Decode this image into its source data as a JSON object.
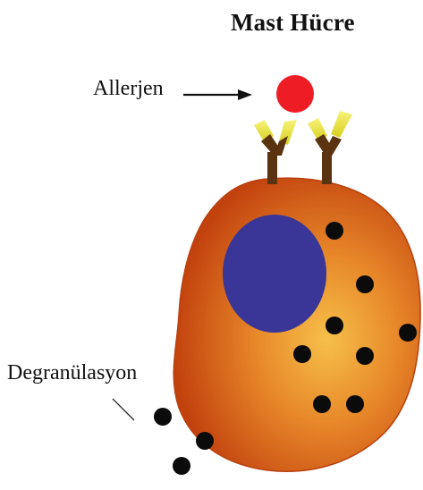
{
  "diagram": {
    "title": "Mast Hücre",
    "labels": {
      "allergen": "Allerjen",
      "degranulation": "Degranülasyon"
    },
    "colors": {
      "cell_center": "#f6c04a",
      "cell_edge": "#c2420e",
      "nucleus": "#3a3697",
      "allergen": "#ee1c25",
      "antibody_tip": "#f3ef2a",
      "antibody_stem": "#5a3410",
      "granule": "#0b0b0b"
    },
    "icons": [
      "allergen-circle",
      "antibody-y",
      "nucleus-ellipse",
      "granule-dot"
    ]
  }
}
